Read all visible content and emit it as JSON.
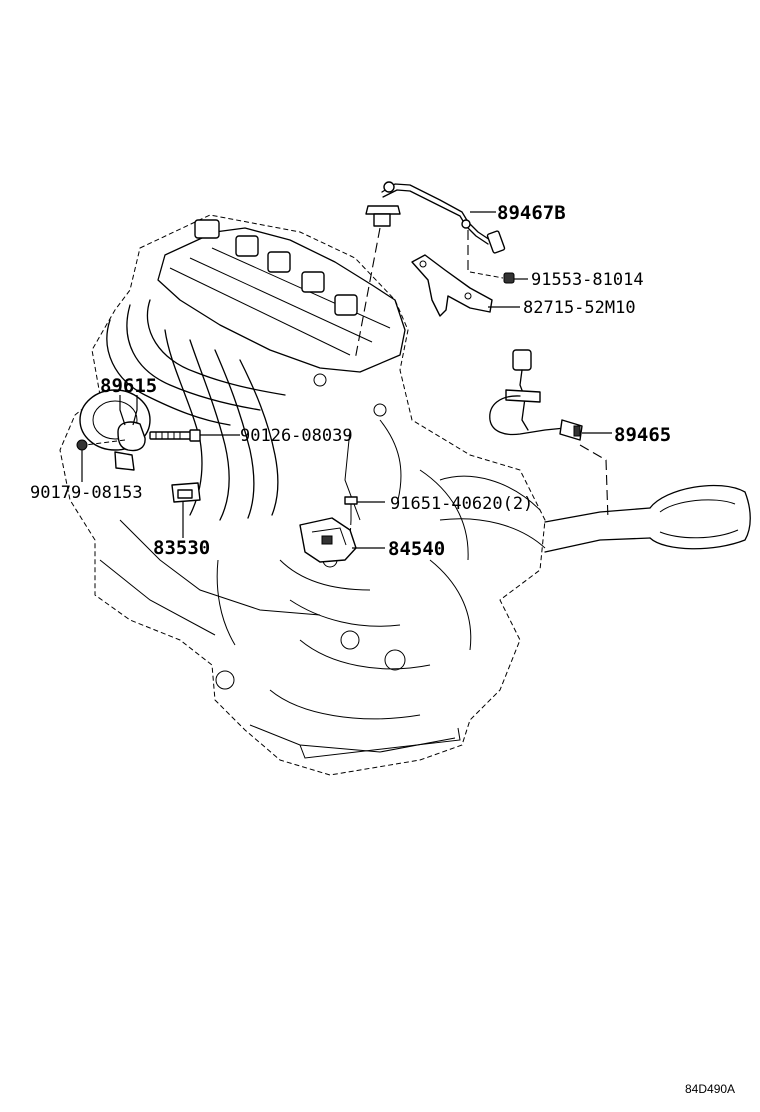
{
  "labels": {
    "p89467B": "89467B",
    "p91553": "91553-81014",
    "p82715": "82715-52M10",
    "p89615": "89615",
    "p90126": "90126-08039",
    "p89465": "89465",
    "p90179": "90179-08153",
    "p91651": "91651-40620(2)",
    "p83530": "83530",
    "p84540": "84540"
  },
  "diagram_code": "84D490A"
}
